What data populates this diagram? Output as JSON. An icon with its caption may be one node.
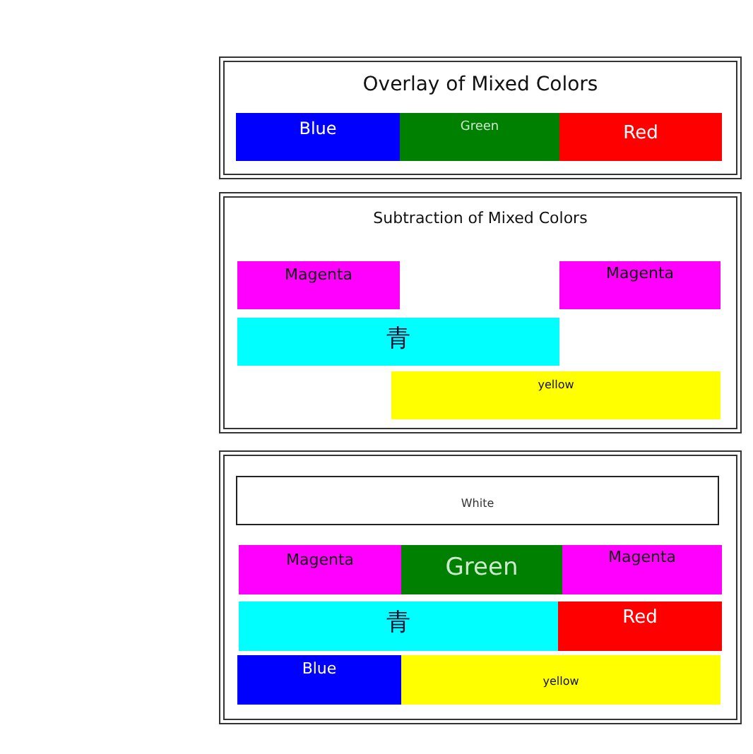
{
  "diagram": {
    "nodes": [
      {
        "text": [
          "Overlay of Mixed Colors"
        ]
      },
      {
        "text": [
          "Blue"
        ],
        "in": 0
      },
      {
        "text": [
          "Green"
        ],
        "in": 0
      },
      {
        "text": [
          "Red"
        ],
        "in": 0
      },
      {
        "text": [
          "Subtraction of Mixed Colors"
        ]
      },
      {
        "text": [
          "Magenta"
        ],
        "in": 4
      },
      {
        "text": [
          "Magenta"
        ],
        "in": 4
      },
      {
        "text": [
          "青"
        ],
        "in": 4
      },
      {
        "text": [
          "yellow"
        ],
        "in": 4
      },
      {
        "text": [],
        "shape": "box"
      },
      {
        "text": [
          "White"
        ],
        "in": 9
      },
      {
        "text": [
          "Magenta"
        ],
        "in": 9
      },
      {
        "text": [
          "Green"
        ],
        "in": 9
      },
      {
        "text": [
          "Magenta"
        ],
        "in": 9
      },
      {
        "text": [
          "青"
        ],
        "in": 9
      },
      {
        "text": [
          "Red"
        ],
        "in": 9
      },
      {
        "text": [
          "Blue"
        ],
        "in": 9
      },
      {
        "text": [
          "yellow"
        ],
        "in": 9
      }
    ]
  }
}
